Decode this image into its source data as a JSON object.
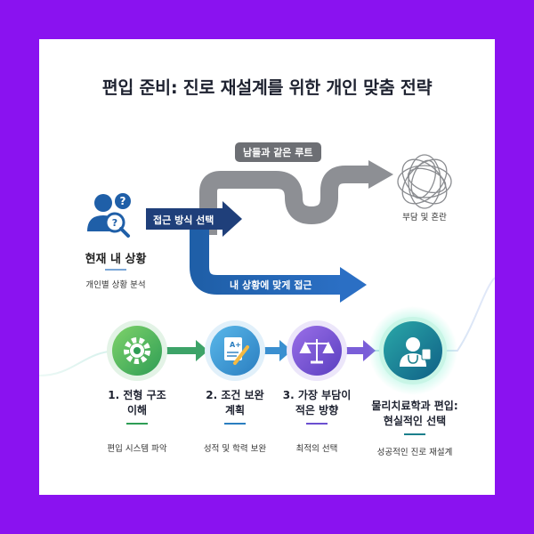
{
  "title": "편입 준비: 진로 재설계를 위한 개인 맞춤 전략",
  "current": {
    "title": "현재 내 상황",
    "subtitle": "개인별 상황 분석"
  },
  "arrows": {
    "approach": "접근 방식 선택",
    "others": "남들과 같은 루트",
    "mine": "내 상황에 맞게 접근"
  },
  "burden": {
    "label": "부담 및 혼란"
  },
  "steps": [
    {
      "title_line1": "1. 전형 구조",
      "title_line2": "이해",
      "subtitle": "편입 시스템 파악",
      "color": "#2e9d55"
    },
    {
      "title_line1": "2. 조건 보완",
      "title_line2": "계획",
      "subtitle": "성적 및 학력 보완",
      "color": "#2a7ec0"
    },
    {
      "title_line1": "3. 가장 부담이",
      "title_line2": "적은 방향",
      "subtitle": "최적의 선택",
      "color": "#6b4fd0"
    },
    {
      "title_line1": "물리치료학과 편입:",
      "title_line2": "현실적인 선택",
      "subtitle": "성공적인 진로 재설계",
      "color": "#1b7f8c"
    }
  ],
  "icons": [
    "user-question-icon",
    "tangle-icon",
    "gear-icon",
    "document-pen-icon",
    "scale-icon",
    "doctor-icon"
  ]
}
